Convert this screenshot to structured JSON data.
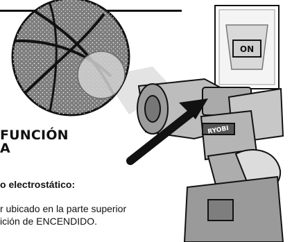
{
  "section": {
    "heading_line1": "FUNCIÓN",
    "heading_line2": "A",
    "subheading": "o electrostático:",
    "body_line1": "r ubicado en la parte superior",
    "body_line2": "ición de ENCENDIDO."
  },
  "inset": {
    "switch_label": "ON"
  },
  "product": {
    "brand_label": "RYOBI"
  },
  "icons": {
    "magnifier": "spray-pattern-magnifier",
    "switch": "power-switch-icon",
    "pointer": "arrow-icon"
  }
}
